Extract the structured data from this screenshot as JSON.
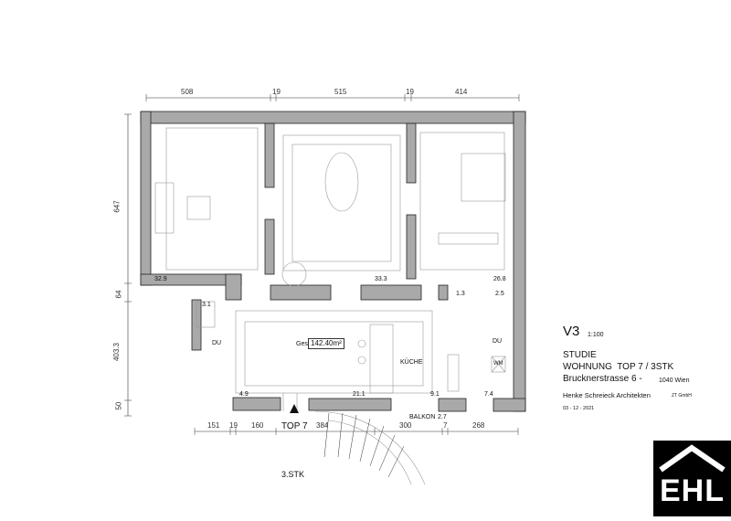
{
  "dimensions": {
    "top": [
      "508",
      "19",
      "515",
      "19",
      "414"
    ],
    "left": [
      "647",
      "64",
      "403.3",
      "50"
    ],
    "bottom": [
      "151",
      "19",
      "160",
      "384",
      "300",
      "7",
      "268"
    ]
  },
  "rooms": {
    "room_left_area": "32.9",
    "room_middle_area": "33.3",
    "room_right_area": "26.8",
    "wc_area": "3.1",
    "small_room_area": "1.3",
    "small_room2_area": "2.5",
    "du_left": "DU",
    "du_right": "DU",
    "wm": "WM",
    "kueche": "KÜCHE",
    "total_prefix": "Ges",
    "total_area": "142.40m²",
    "entry_area": "4.9",
    "living_area": "21.1",
    "kitchen_area": "9.1",
    "bath_area": "7.4",
    "balkon": "BALKON",
    "balkon_area": "2.7",
    "entrance": "TOP 7",
    "floor": "3.STK"
  },
  "title_block": {
    "variant": "V3",
    "scale": "1:100",
    "line1": "STUDIE",
    "line2": "WOHNUNG  TOP 7 / 3STK",
    "address": "Brucknerstrasse 6 -",
    "city": "1040 Wien",
    "architect": "Henke Schreieck Architekten",
    "architect_suffix": "ZT GmbH",
    "date": "03 - 12 - 2021"
  },
  "logo": {
    "text": "EHL"
  },
  "colors": {
    "wall": "#a9a9a9",
    "line": "#222222",
    "logo_bg": "#000000"
  }
}
